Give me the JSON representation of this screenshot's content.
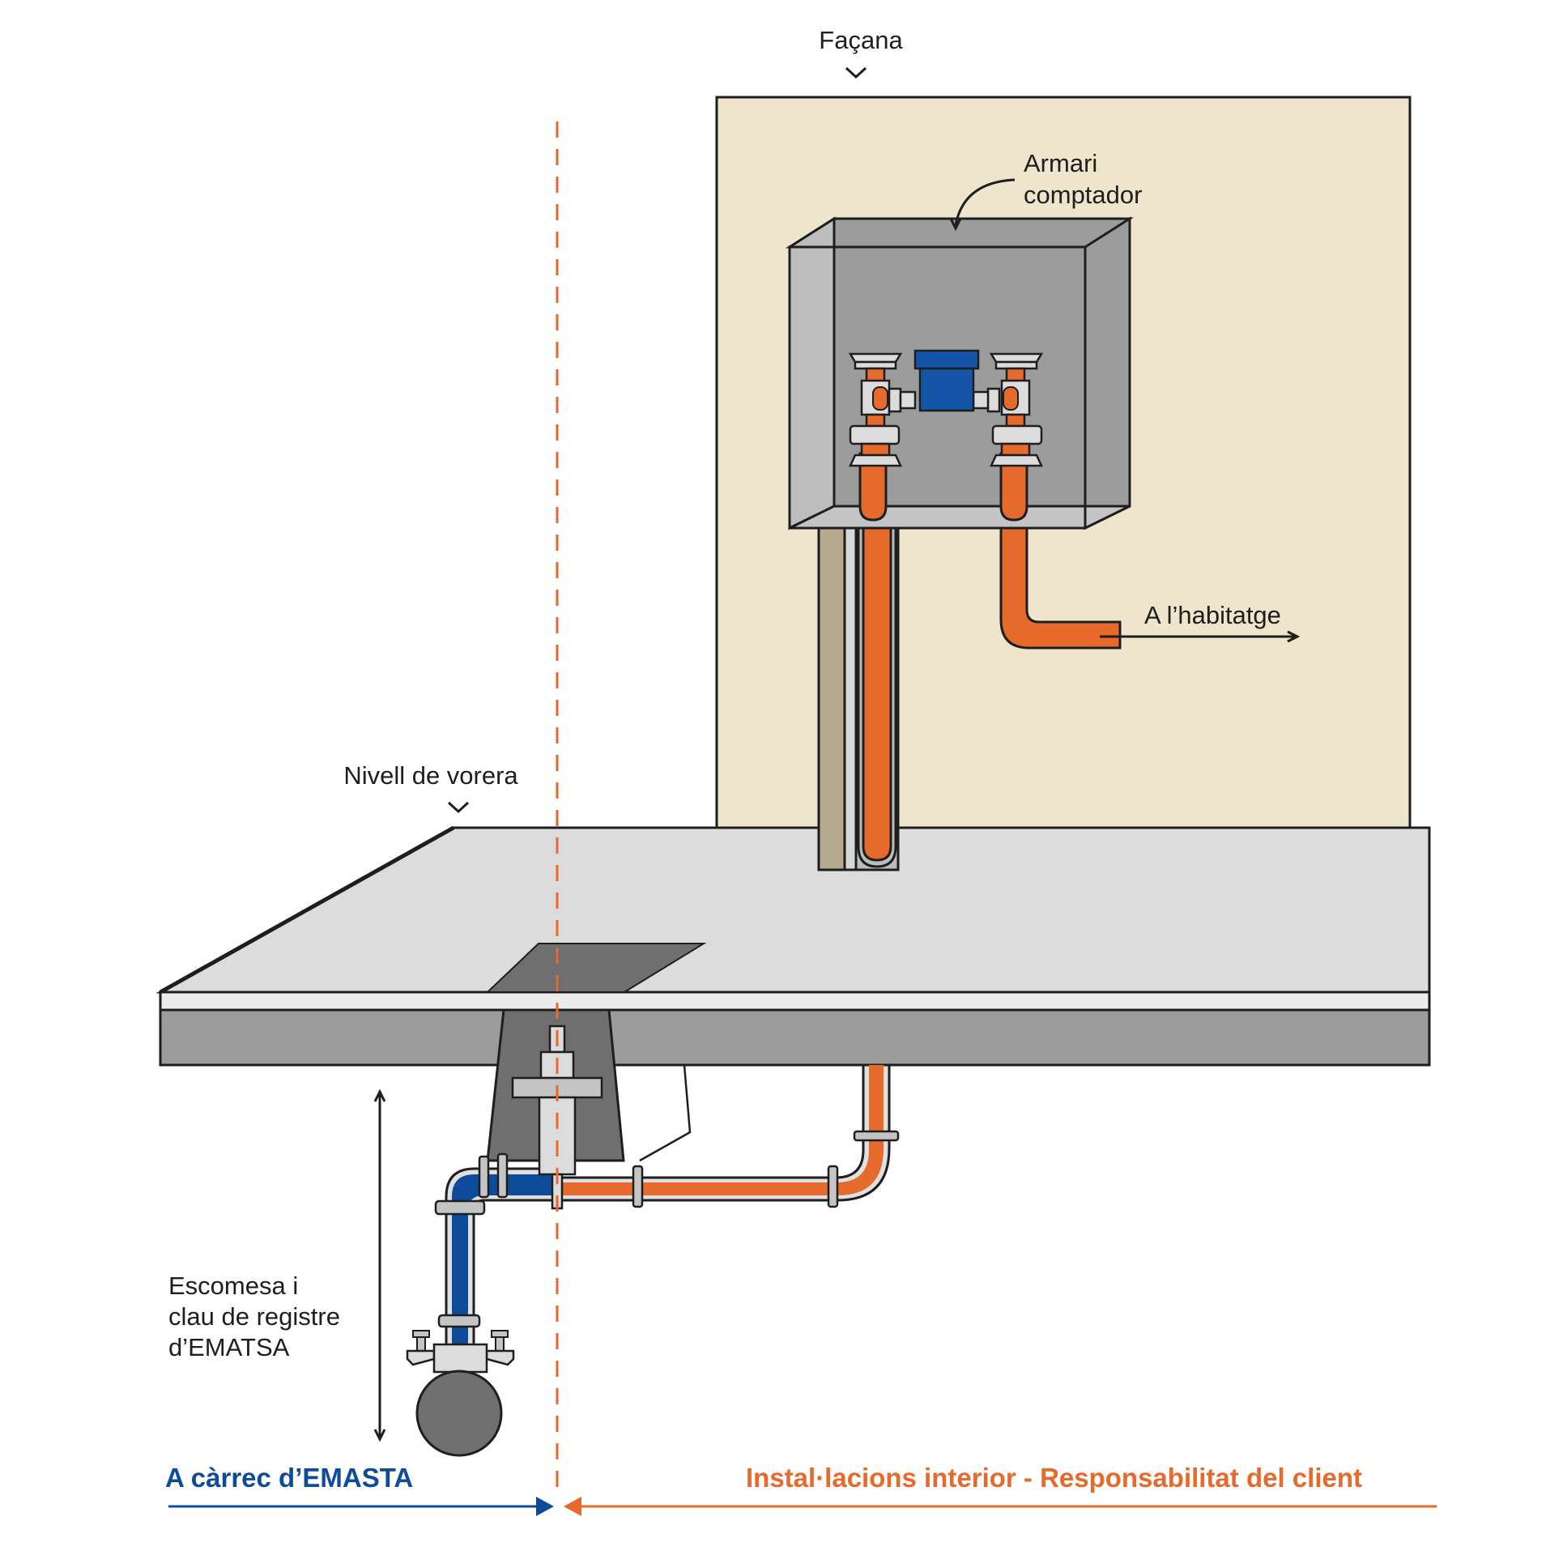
{
  "labels": {
    "facana": "Façana",
    "armari_line1": "Armari",
    "armari_line2": "comptador",
    "habitatge": "A l’habitatge",
    "nivell_vorera": "Nivell de vorera",
    "escomesa_line1": "Escomesa i",
    "escomesa_line2": "clau de registre",
    "escomesa_line3": "d’EMATSA",
    "carrec": "A càrrec d’EMASTA",
    "client": "Instal·lacions interior - Responsabilitat del client"
  },
  "colors": {
    "facade": "#efe5cc",
    "sidewalk_top": "#dcdcdc",
    "sidewalk_front": "#9b9b9b",
    "cabinet_back": "#9c9c9c",
    "cabinet_side": "#bdbdbd",
    "pipe_company": "#0e4c9a",
    "pipe_client": "#e56a2c",
    "meter": "#1555a8",
    "boundary_line": "#e56a2c",
    "dark_gray": "#6f6f6f"
  }
}
